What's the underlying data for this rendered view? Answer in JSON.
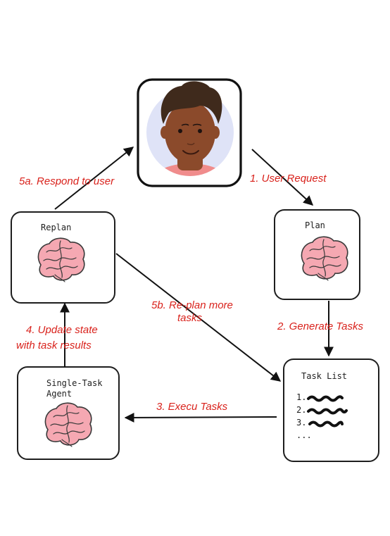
{
  "nodes": {
    "user": {
      "icon": "user-avatar-icon"
    },
    "plan": {
      "title": "Plan",
      "icon": "brain-icon"
    },
    "replan": {
      "title": "Replan",
      "icon": "brain-icon"
    },
    "task_list": {
      "title": "Task List",
      "items": [
        "1.",
        "2.",
        "3."
      ],
      "more": "..."
    },
    "agent": {
      "title_line1": "Single-Task",
      "title_line2": "Agent",
      "icon": "brain-icon"
    }
  },
  "edges": {
    "user_request": "1. User Request",
    "generate_tasks": "2. Generate Tasks",
    "execute_tasks": "3. Execu Tasks",
    "update_state_line1": "4. Update state",
    "update_state_line2": "with task results",
    "respond_user": "5a. Respond to user",
    "replan_line1": "5b. Re-plan more",
    "replan_line2": "tasks"
  },
  "colors": {
    "label": "#d9221c",
    "brain": "#f5a8b2",
    "avatar_bg": "#dfe3f7",
    "skin": "#8b4a2b",
    "hair": "#3f2a1c",
    "shirt": "#f08c8c"
  }
}
